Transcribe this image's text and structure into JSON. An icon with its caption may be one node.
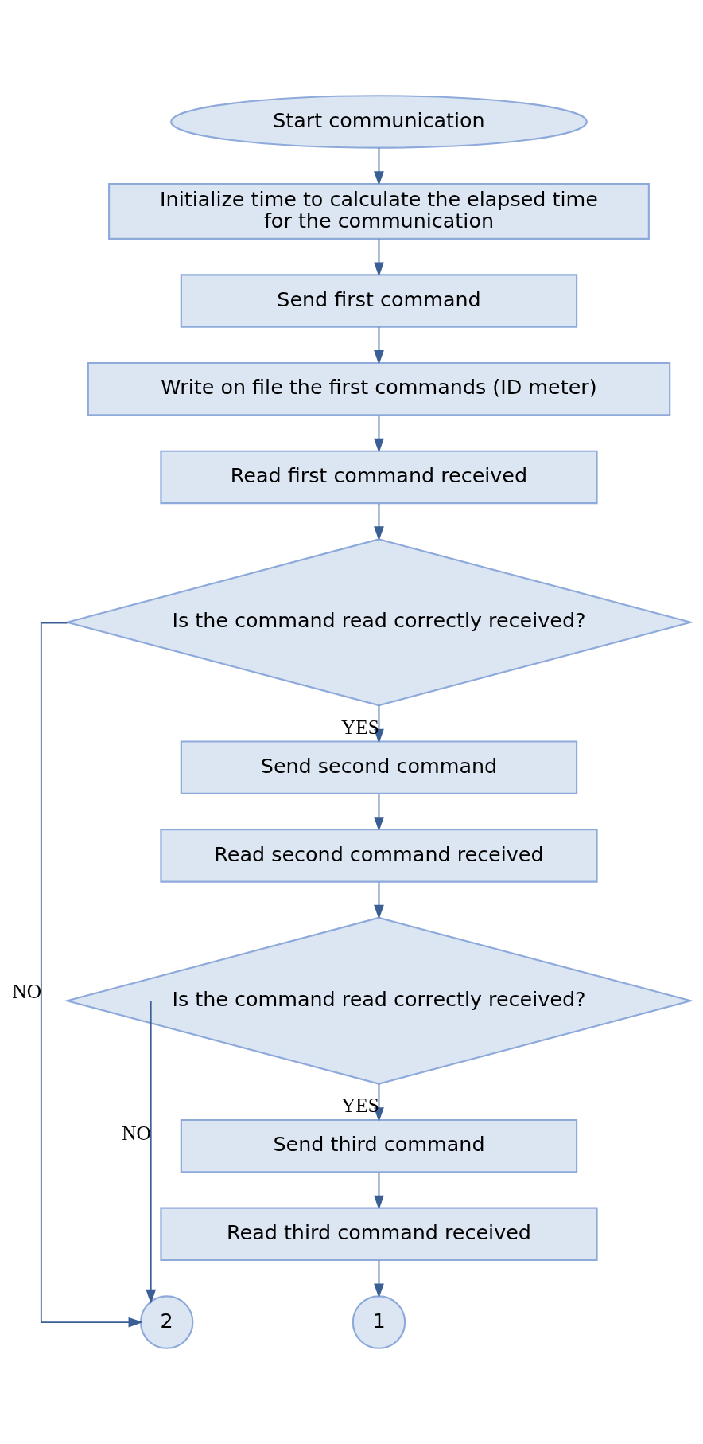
{
  "diagram": {
    "nodes": [
      {
        "text": [
          "Start communication"
        ]
      },
      {
        "text": [
          "Initialize time to calculate the elapsed time for the communication"
        ]
      },
      {
        "text": [
          "Send first command"
        ]
      },
      {
        "text": [
          "Write on file the first commands (ID meter)"
        ]
      },
      {
        "text": [
          "Read first command received"
        ]
      },
      {
        "text": [
          "Is the command read correctly received?"
        ]
      },
      {
        "text": [
          "Send second command"
        ]
      },
      {
        "text": [
          "Read second command received"
        ]
      },
      {
        "text": [
          "Is the command read correctly received?"
        ]
      },
      {
        "text": [
          "Send third command"
        ]
      },
      {
        "text": [
          "Read third command received"
        ]
      },
      {
        "text": [
          "2"
        ]
      },
      {
        "text": [
          "1"
        ]
      }
    ],
    "edges": [
      {
        "from": 0,
        "to": 1,
        "arrow": "to"
      },
      {
        "from": 1,
        "to": 2,
        "arrow": "to"
      },
      {
        "from": 2,
        "to": 3,
        "arrow": "to"
      },
      {
        "from": 3,
        "to": 4,
        "arrow": "to"
      },
      {
        "from": 4,
        "to": 5,
        "arrow": "to"
      },
      {
        "from": 5,
        "to": 6,
        "arrow": "to",
        "label": "YES"
      },
      {
        "from": 6,
        "to": 7,
        "arrow": "to"
      },
      {
        "from": 7,
        "to": 8,
        "arrow": "to"
      },
      {
        "from": 8,
        "to": 9,
        "arrow": "to",
        "label": "YES"
      },
      {
        "from": 9,
        "to": 10,
        "arrow": "to"
      },
      {
        "from": 10,
        "to": 12,
        "arrow": "to"
      },
      {
        "from": 5,
        "to": 11,
        "arrow": "to",
        "label": "NO"
      },
      {
        "from": 8,
        "to": 11,
        "arrow": "to",
        "label": "NO"
      }
    ]
  }
}
